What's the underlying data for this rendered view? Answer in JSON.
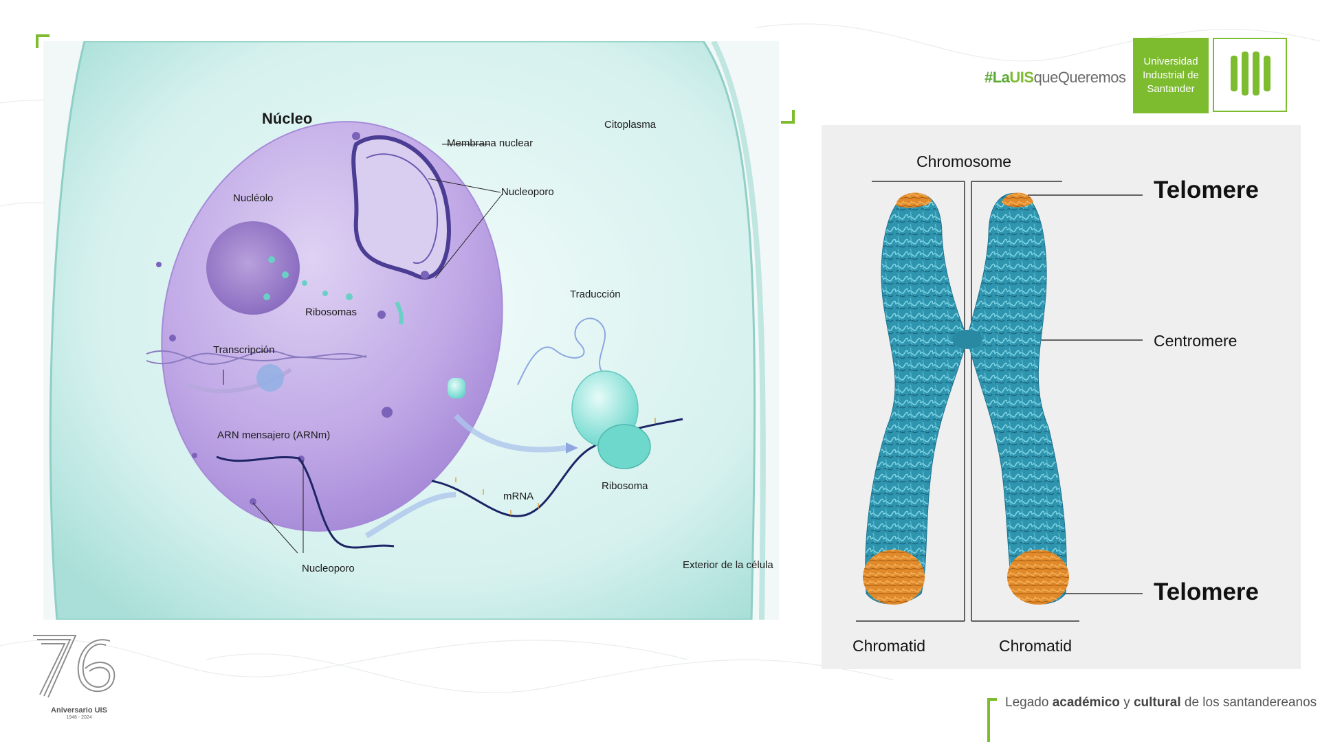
{
  "cell_diagram": {
    "labels": {
      "nucleus": "Núcleo",
      "nuclear_membrane": "Membrana nuclear",
      "cytoplasm": "Citoplasma",
      "nucleolus": "Nucléolo",
      "nuclear_pore_top": "Nucleoporo",
      "ribosomes": "Ribosomas",
      "transcription": "Transcripción",
      "translation": "Traducción",
      "mrna_spanish": "ARN mensajero (ARNm)",
      "mrna": "mRNA",
      "ribosome": "Ribosoma",
      "nuclear_pore_bottom": "Nucleoporo",
      "cell_exterior": "Exterior de la célula"
    },
    "colors": {
      "cytoplasm": "#cfeeea",
      "nucleus": "#b79de0",
      "nucleolus": "#9b7cc9",
      "ribosome": "#7fe0d6",
      "membrane": "#5a4a9e"
    }
  },
  "chromosome_diagram": {
    "labels": {
      "chromosome": "Chromosome",
      "telomere_top": "Telomere",
      "centromere": "Centromere",
      "telomere_bottom": "Telomere",
      "chromatid_left": "Chromatid",
      "chromatid_right": "Chromatid"
    },
    "colors": {
      "chromatin": "#2c8fa8",
      "telomere": "#e0892a"
    }
  },
  "branding": {
    "hashtag_prefix": "#La",
    "hashtag_uis": "UIS",
    "hashtag_suffix": "queQueremos",
    "university_line1": "Universidad",
    "university_line2": "Industrial de",
    "university_line3": "Santander",
    "anniversary_number": "76",
    "anniversary_label": "Aniversario UIS",
    "anniversary_years": "1948 - 2024",
    "footer_prefix": "Legado ",
    "footer_bold1": "académico",
    "footer_mid": " y ",
    "footer_bold2": "cultural",
    "footer_suffix": " de los santandereanos"
  }
}
